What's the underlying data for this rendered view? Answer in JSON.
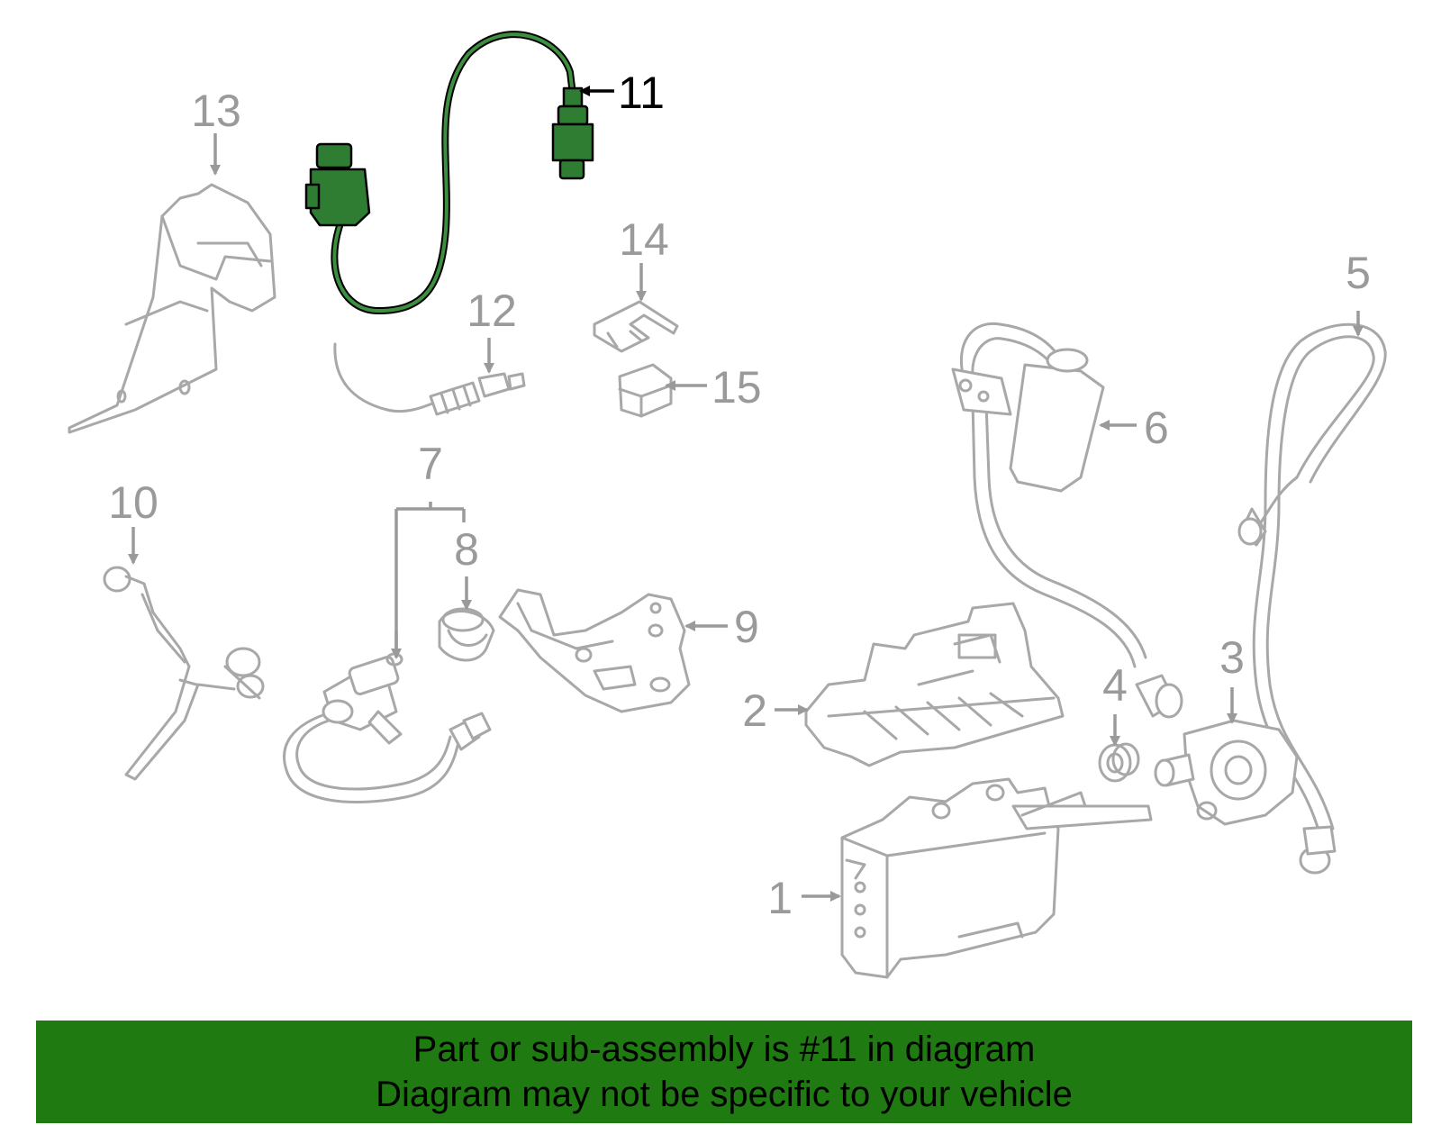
{
  "colors": {
    "highlight": "#2f7d32",
    "banner": "#1f7a12",
    "parts": "#a8a8a8",
    "labels": "#9a9a9a"
  },
  "highlighted_part": "11",
  "callouts": [
    {
      "id": "1",
      "text": "1"
    },
    {
      "id": "2",
      "text": "2"
    },
    {
      "id": "3",
      "text": "3"
    },
    {
      "id": "4",
      "text": "4"
    },
    {
      "id": "5",
      "text": "5"
    },
    {
      "id": "6",
      "text": "6"
    },
    {
      "id": "7",
      "text": "7"
    },
    {
      "id": "8",
      "text": "8"
    },
    {
      "id": "9",
      "text": "9"
    },
    {
      "id": "10",
      "text": "10"
    },
    {
      "id": "11",
      "text": "11"
    },
    {
      "id": "12",
      "text": "12"
    },
    {
      "id": "13",
      "text": "13"
    },
    {
      "id": "14",
      "text": "14"
    },
    {
      "id": "15",
      "text": "15"
    }
  ],
  "banner": {
    "line1": "Part or sub-assembly is #11 in diagram",
    "line2": "Diagram may not be specific to your vehicle"
  }
}
